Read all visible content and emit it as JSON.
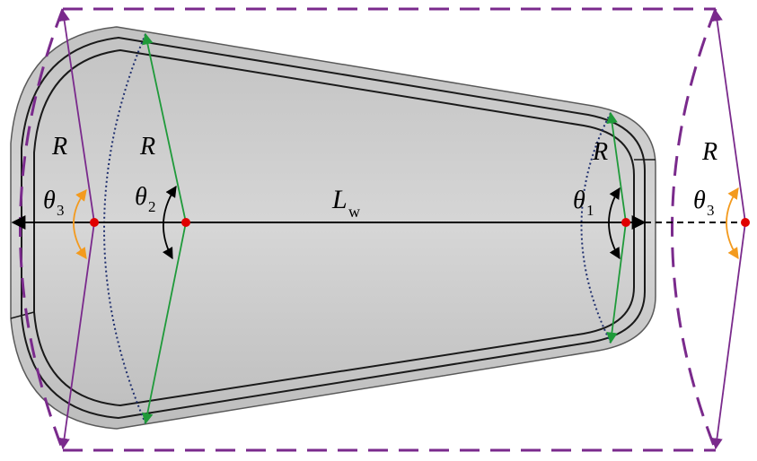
{
  "labels": {
    "R": "R",
    "theta": "θ",
    "L": "L",
    "sub_1": "1",
    "sub_2": "2",
    "sub_3": "3",
    "sub_w": "w"
  },
  "colors": {
    "background": "#ffffff",
    "shape_fill": "#c9c9c9",
    "shape_outline": "#1a1a1a",
    "purple": "#7a2a8c",
    "green": "#1f9a3a",
    "orange": "#f39a1e",
    "red_point": "#e00000",
    "axis": "#000000",
    "dotted_arc": "#1f2f6e"
  }
}
